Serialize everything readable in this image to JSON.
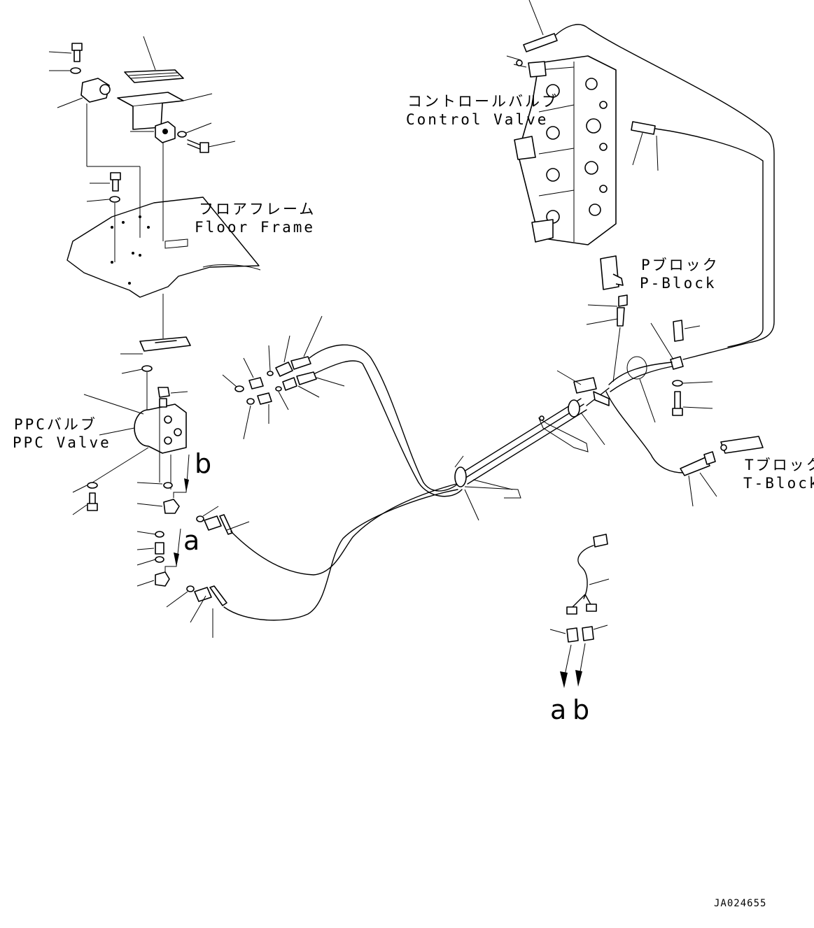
{
  "labels": {
    "control_valve_jp": "コントロールバルブ",
    "control_valve_en": "Control Valve",
    "floor_frame_jp": "フロアフレーム",
    "floor_frame_en": "Floor Frame",
    "p_block_jp": "Pブロック",
    "p_block_en": "P-Block",
    "ppc_valve_jp": "PPCバルブ",
    "ppc_valve_en": "PPC Valve",
    "t_block_jp": "Tブロック",
    "t_block_en": "T-Block"
  },
  "connection_markers": {
    "a_upper": "a",
    "b_upper": "b",
    "a_lower": "a",
    "b_lower": "b"
  },
  "drawing_code": "JA024655"
}
